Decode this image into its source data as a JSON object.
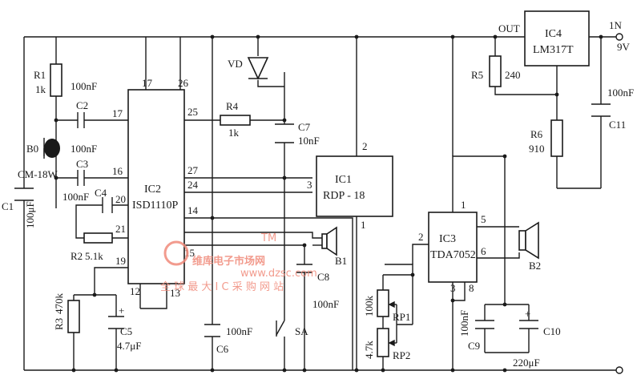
{
  "ic": {
    "ic1": {
      "name": "IC1",
      "part": "RDP - 18",
      "pins": {
        "p2": "2",
        "p3": "3",
        "p1": "1"
      }
    },
    "ic2": {
      "name": "IC2",
      "part": "ISD1110P",
      "pins": {
        "p17a": "17",
        "p26": "26",
        "p17b": "17",
        "p16": "16",
        "p20": "20",
        "p21": "21",
        "p19": "19",
        "p12": "12",
        "p13": "13",
        "p25": "25",
        "p27": "27",
        "p24": "24",
        "p14": "14",
        "p15": "15"
      }
    },
    "ic3": {
      "name": "IC3",
      "part": "TDA7052",
      "pins": {
        "p1": "1",
        "p2": "2",
        "p5": "5",
        "p6": "6",
        "p3": "3",
        "p8": "8"
      }
    },
    "ic4": {
      "name": "IC4",
      "part": "LM317T",
      "out": "OUT"
    }
  },
  "components": {
    "r1": {
      "name": "R1",
      "value": "1k"
    },
    "r2": {
      "name": "R2",
      "value": "5.1k"
    },
    "r3": {
      "name": "R3",
      "value": "470k"
    },
    "r4": {
      "name": "R4",
      "value": "1k"
    },
    "r5": {
      "name": "R5",
      "value": "240"
    },
    "r6": {
      "name": "R6",
      "value": "910"
    },
    "c1": {
      "name": "C1",
      "value": "100μF"
    },
    "c2": {
      "name": "C2",
      "value": "100nF"
    },
    "c3": {
      "name": "C3",
      "value": "100nF"
    },
    "c4": {
      "name": "C4",
      "value": "100nF"
    },
    "c5": {
      "name": "C5",
      "value": "4.7μF"
    },
    "c6": {
      "name": "C6",
      "value": "100nF"
    },
    "c7": {
      "name": "C7",
      "value": "10nF"
    },
    "c8": {
      "name": "C8",
      "value": "100nF"
    },
    "c9": {
      "name": "C9",
      "value": "100nF"
    },
    "c10": {
      "name": "C10",
      "value": "220μF"
    },
    "c11": {
      "name": "C11",
      "value": "100nF"
    },
    "rp1": {
      "name": "RP1",
      "value": "100k"
    },
    "rp2": {
      "name": "RP2",
      "value": "4.7k"
    },
    "b0": {
      "name": "B0",
      "part": "CM-18W"
    },
    "b1": {
      "name": "B1"
    },
    "b2": {
      "name": "B2"
    },
    "vd": {
      "name": "VD"
    },
    "sa": {
      "name": "SA"
    }
  },
  "supply": {
    "pin": "1N",
    "voltage": "9V"
  },
  "polarity": {
    "plus": "+"
  },
  "watermark": {
    "brand": "维库电子市场网",
    "url": "www.dzsc.com",
    "slogan": "全 球 最 大 I C 采 购 网 站",
    "tm": "TM"
  },
  "colors": {
    "ink": "#1a1a1a",
    "watermark": "#f08a7a"
  }
}
